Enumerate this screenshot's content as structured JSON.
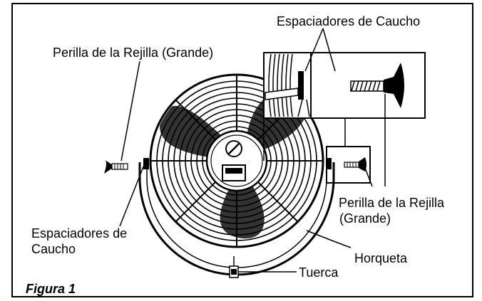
{
  "figure": {
    "title": "Figura 1",
    "labels": {
      "knob_left": "Perilla de la Rejilla (Grande)",
      "spacers_top": "Espaciadores de Caucho",
      "knob_right_line1": "Perilla de la Rejilla",
      "knob_right_line2": "(Grande)",
      "spacers_left_line1": "Espaciadores de",
      "spacers_left_line2": "Caucho",
      "yoke": "Horqueta",
      "nut": "Tuerca"
    },
    "icons": [
      "fan-grille-icon",
      "fan-blade-icon",
      "knob-icon",
      "nut-icon"
    ]
  }
}
